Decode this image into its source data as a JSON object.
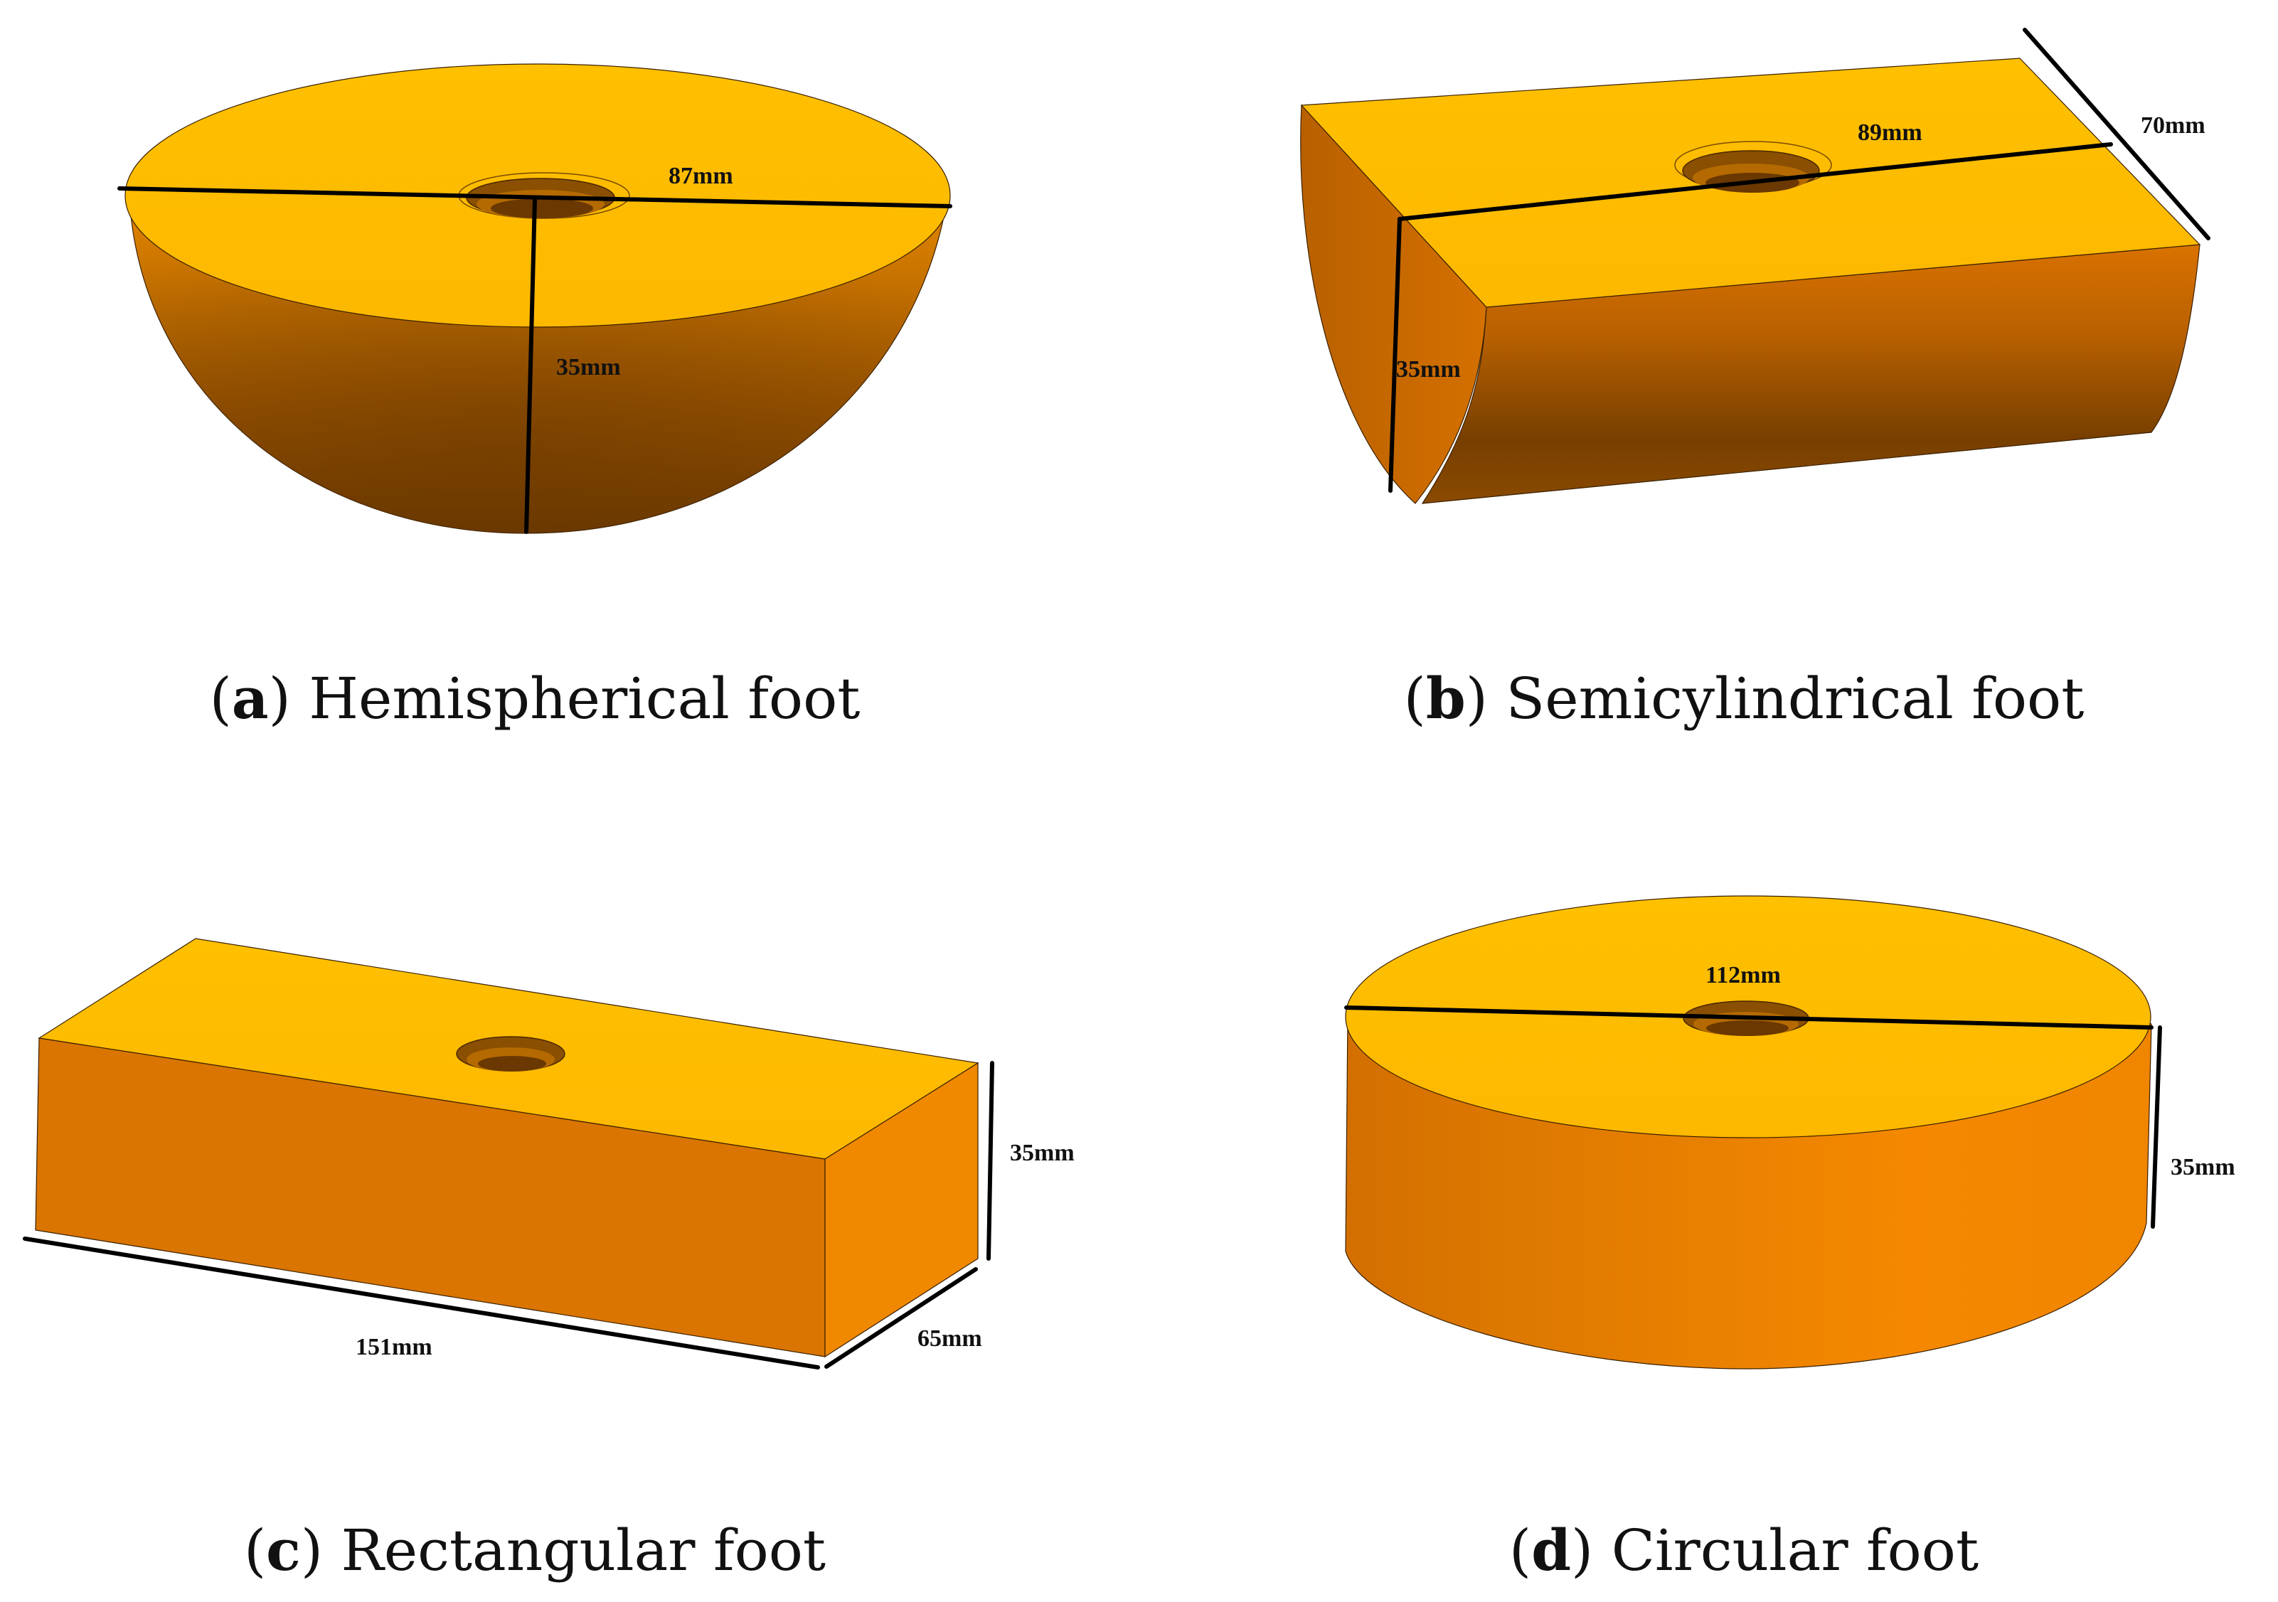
{
  "colors": {
    "top_face": "#FFBF00",
    "side_light": "#E07E00",
    "side_dark": "#6E3A00",
    "front_face": "#D97500",
    "end_face": "#F08A00",
    "dimension_line": "#000000",
    "text": "#111111"
  },
  "panels": [
    {
      "id": "a",
      "shape": "hemisphere",
      "caption_letter": "a",
      "caption_text": "Hemispherical foot",
      "dims": {
        "diameter": "87mm",
        "height": "35mm"
      }
    },
    {
      "id": "b",
      "shape": "semicylinder",
      "caption_letter": "b",
      "caption_text": "Semicylindrical foot",
      "dims": {
        "length": "89mm",
        "width": "70mm",
        "height": "35mm"
      }
    },
    {
      "id": "c",
      "shape": "rectangular-block",
      "caption_letter": "c",
      "caption_text": "Rectangular foot",
      "dims": {
        "length": "151mm",
        "width": "65mm",
        "height": "35mm"
      }
    },
    {
      "id": "d",
      "shape": "cylinder",
      "caption_letter": "d",
      "caption_text": "Circular foot",
      "dims": {
        "diameter": "112mm",
        "height": "35mm"
      }
    }
  ]
}
